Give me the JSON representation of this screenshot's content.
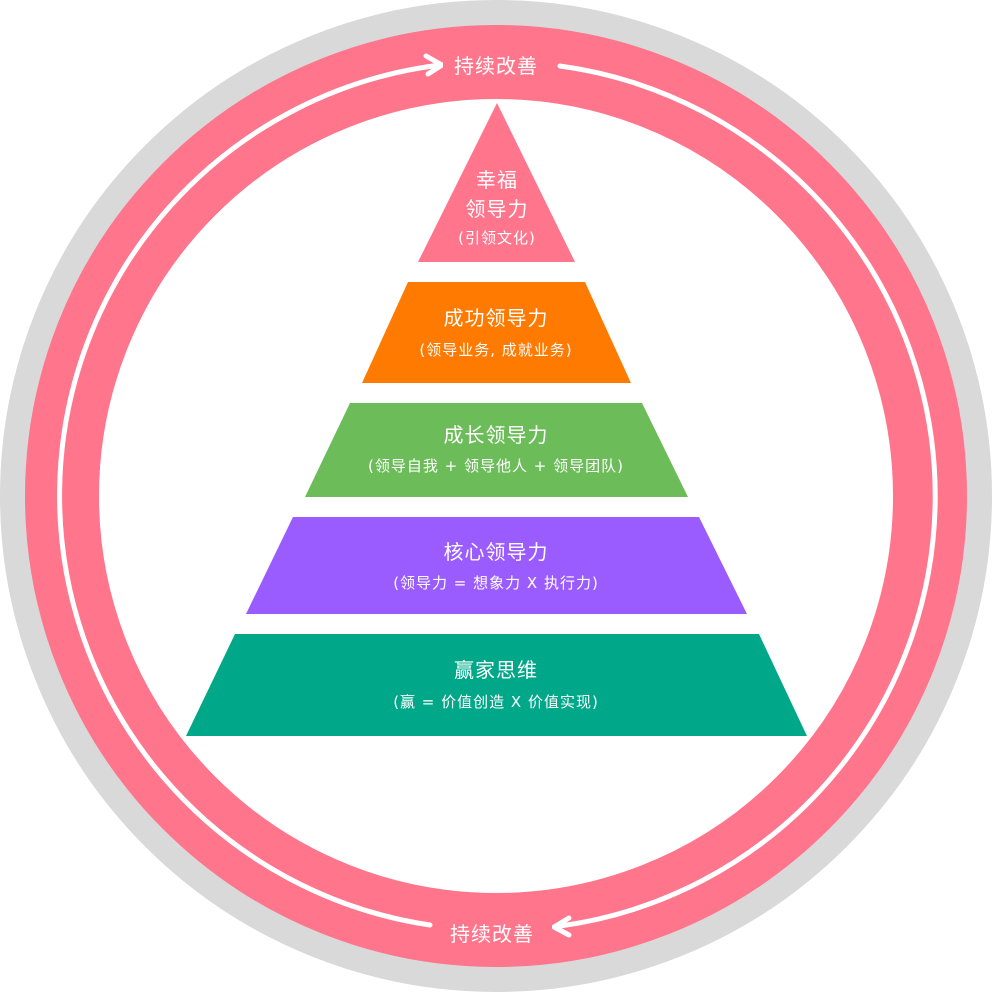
{
  "diagram": {
    "type": "leadership-pyramid-with-cycle",
    "colors": {
      "outer_ring": "#d9d9d9",
      "cycle_ring": "#ff758c",
      "cycle_arrow": "#ffffff",
      "background": "#ffffff",
      "text": "#ffffff"
    },
    "cycle": {
      "top_label": "持续改善",
      "bottom_label": "持续改善",
      "direction": "clockwise"
    },
    "layers": [
      {
        "level": 1,
        "title_line1": "幸福",
        "title_line2": "领导力",
        "subtitle": "(引领文化)",
        "color": "#ff758c",
        "shape": "triangle"
      },
      {
        "level": 2,
        "title": "成功领导力",
        "subtitle": "(领导业务, 成就业务)",
        "color": "#ff7a00",
        "shape": "trapezoid"
      },
      {
        "level": 3,
        "title": "成长领导力",
        "subtitle": "(领导自我 + 领导他人 + 领导团队)",
        "color": "#6cbd5a",
        "shape": "trapezoid"
      },
      {
        "level": 4,
        "title": "核心领导力",
        "subtitle": "(领导力 = 想象力 X 执行力)",
        "color": "#9b5cff",
        "shape": "trapezoid"
      },
      {
        "level": 5,
        "title": "赢家思维",
        "subtitle": "(赢 = 价值创造 X 价值实现)",
        "color": "#00a889",
        "shape": "trapezoid"
      }
    ]
  }
}
